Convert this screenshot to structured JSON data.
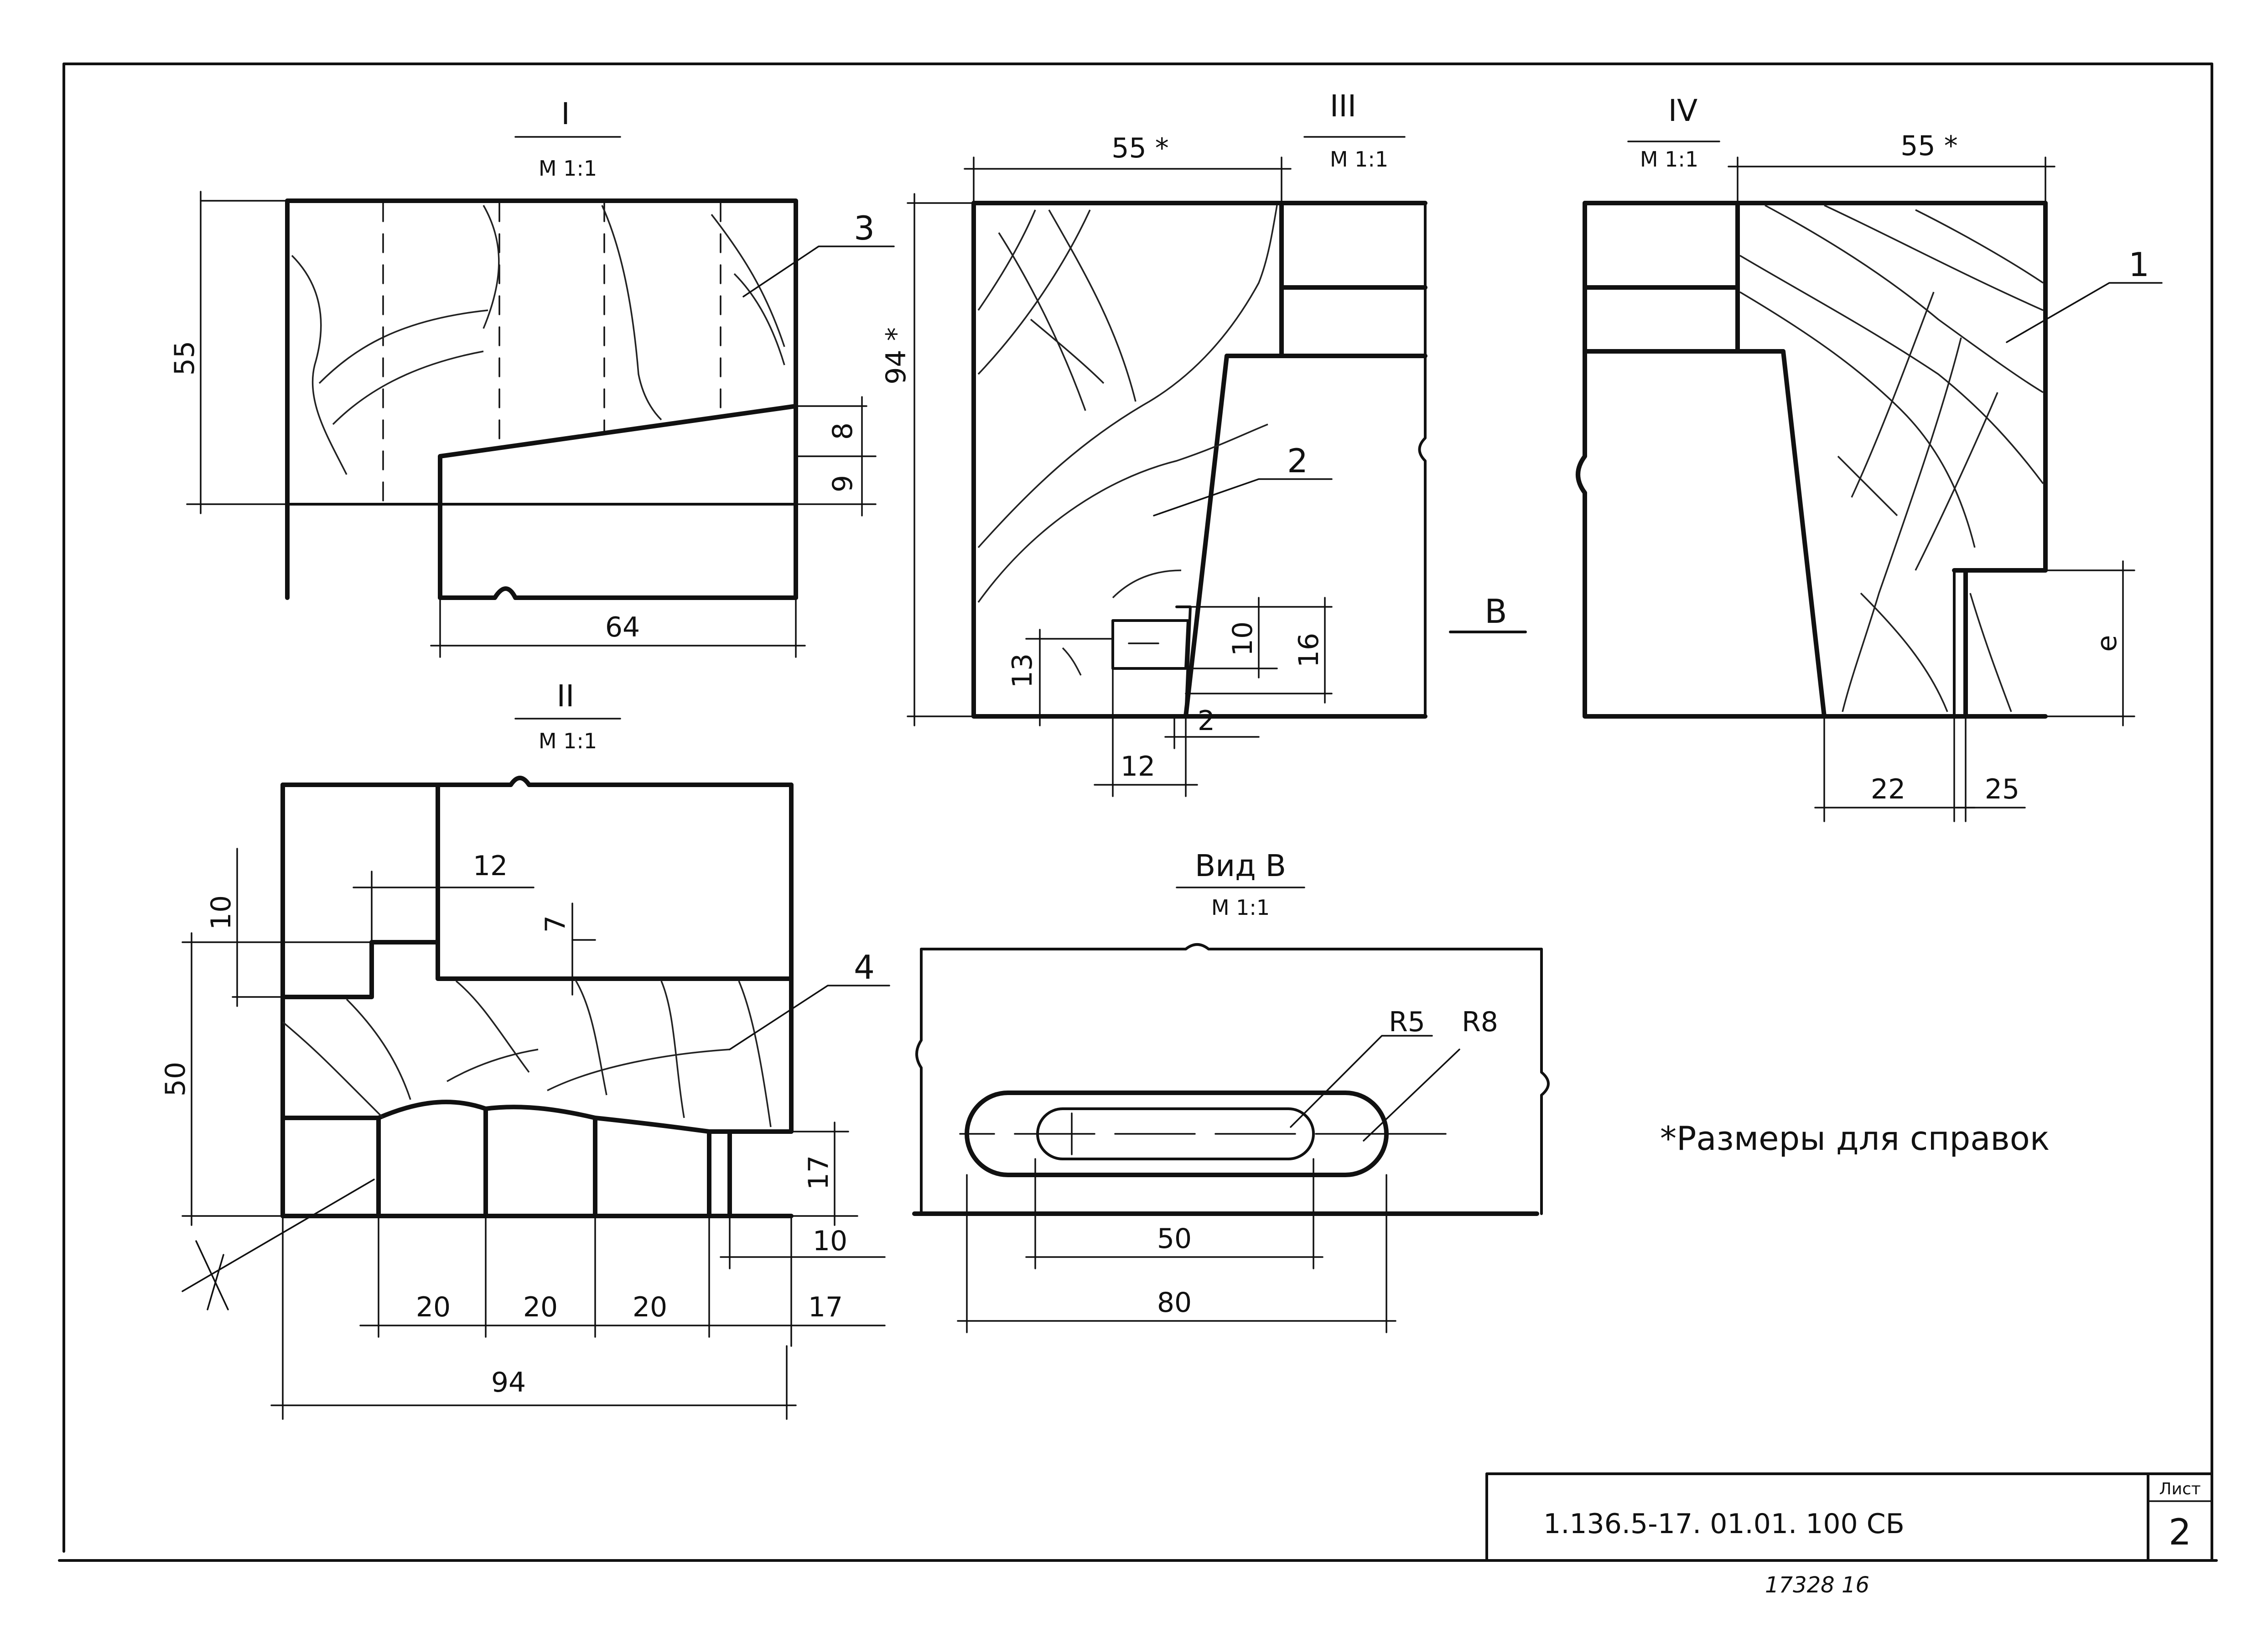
{
  "views": {
    "v1": {
      "title": "I",
      "scale": "М 1:1"
    },
    "v2": {
      "title": "II",
      "scale": "М 1:1"
    },
    "v3": {
      "title": "III",
      "scale": "М  1:1"
    },
    "v4": {
      "title": "IV",
      "scale": "М 1:1"
    },
    "vb": {
      "title": "Вид  В",
      "scale": "М 1:1"
    }
  },
  "dimensions": {
    "v1": {
      "height": "55",
      "width": "64",
      "step_upper": "8",
      "step_lower": "9"
    },
    "v2": {
      "w1": "12",
      "d7": "7",
      "h10": "10",
      "h50": "50",
      "h17": "17",
      "w10": "10",
      "s1": "20",
      "s2": "20",
      "s3": "20",
      "s4": "17",
      "total": "94"
    },
    "v3": {
      "width": "55 *",
      "height": "94 *",
      "d13": "13",
      "d10": "10",
      "d16": "16",
      "d12": "12",
      "d2": "2"
    },
    "v4": {
      "width": "55 *",
      "e": "e",
      "d22": "22",
      "d25": "25"
    },
    "vb": {
      "r5": "R5",
      "r8": "R8",
      "d50": "50",
      "d80": "80"
    }
  },
  "leaders": {
    "p1": "1",
    "p2": "2",
    "p3": "3",
    "p4": "4"
  },
  "section_marker": "В",
  "note": "*Размеры для справок",
  "title_block": {
    "doc_number": "1.136.5-17. 01.01. 100 СБ",
    "sheet_label": "Лист",
    "sheet_number": "2"
  },
  "archive_number": "17328   16"
}
